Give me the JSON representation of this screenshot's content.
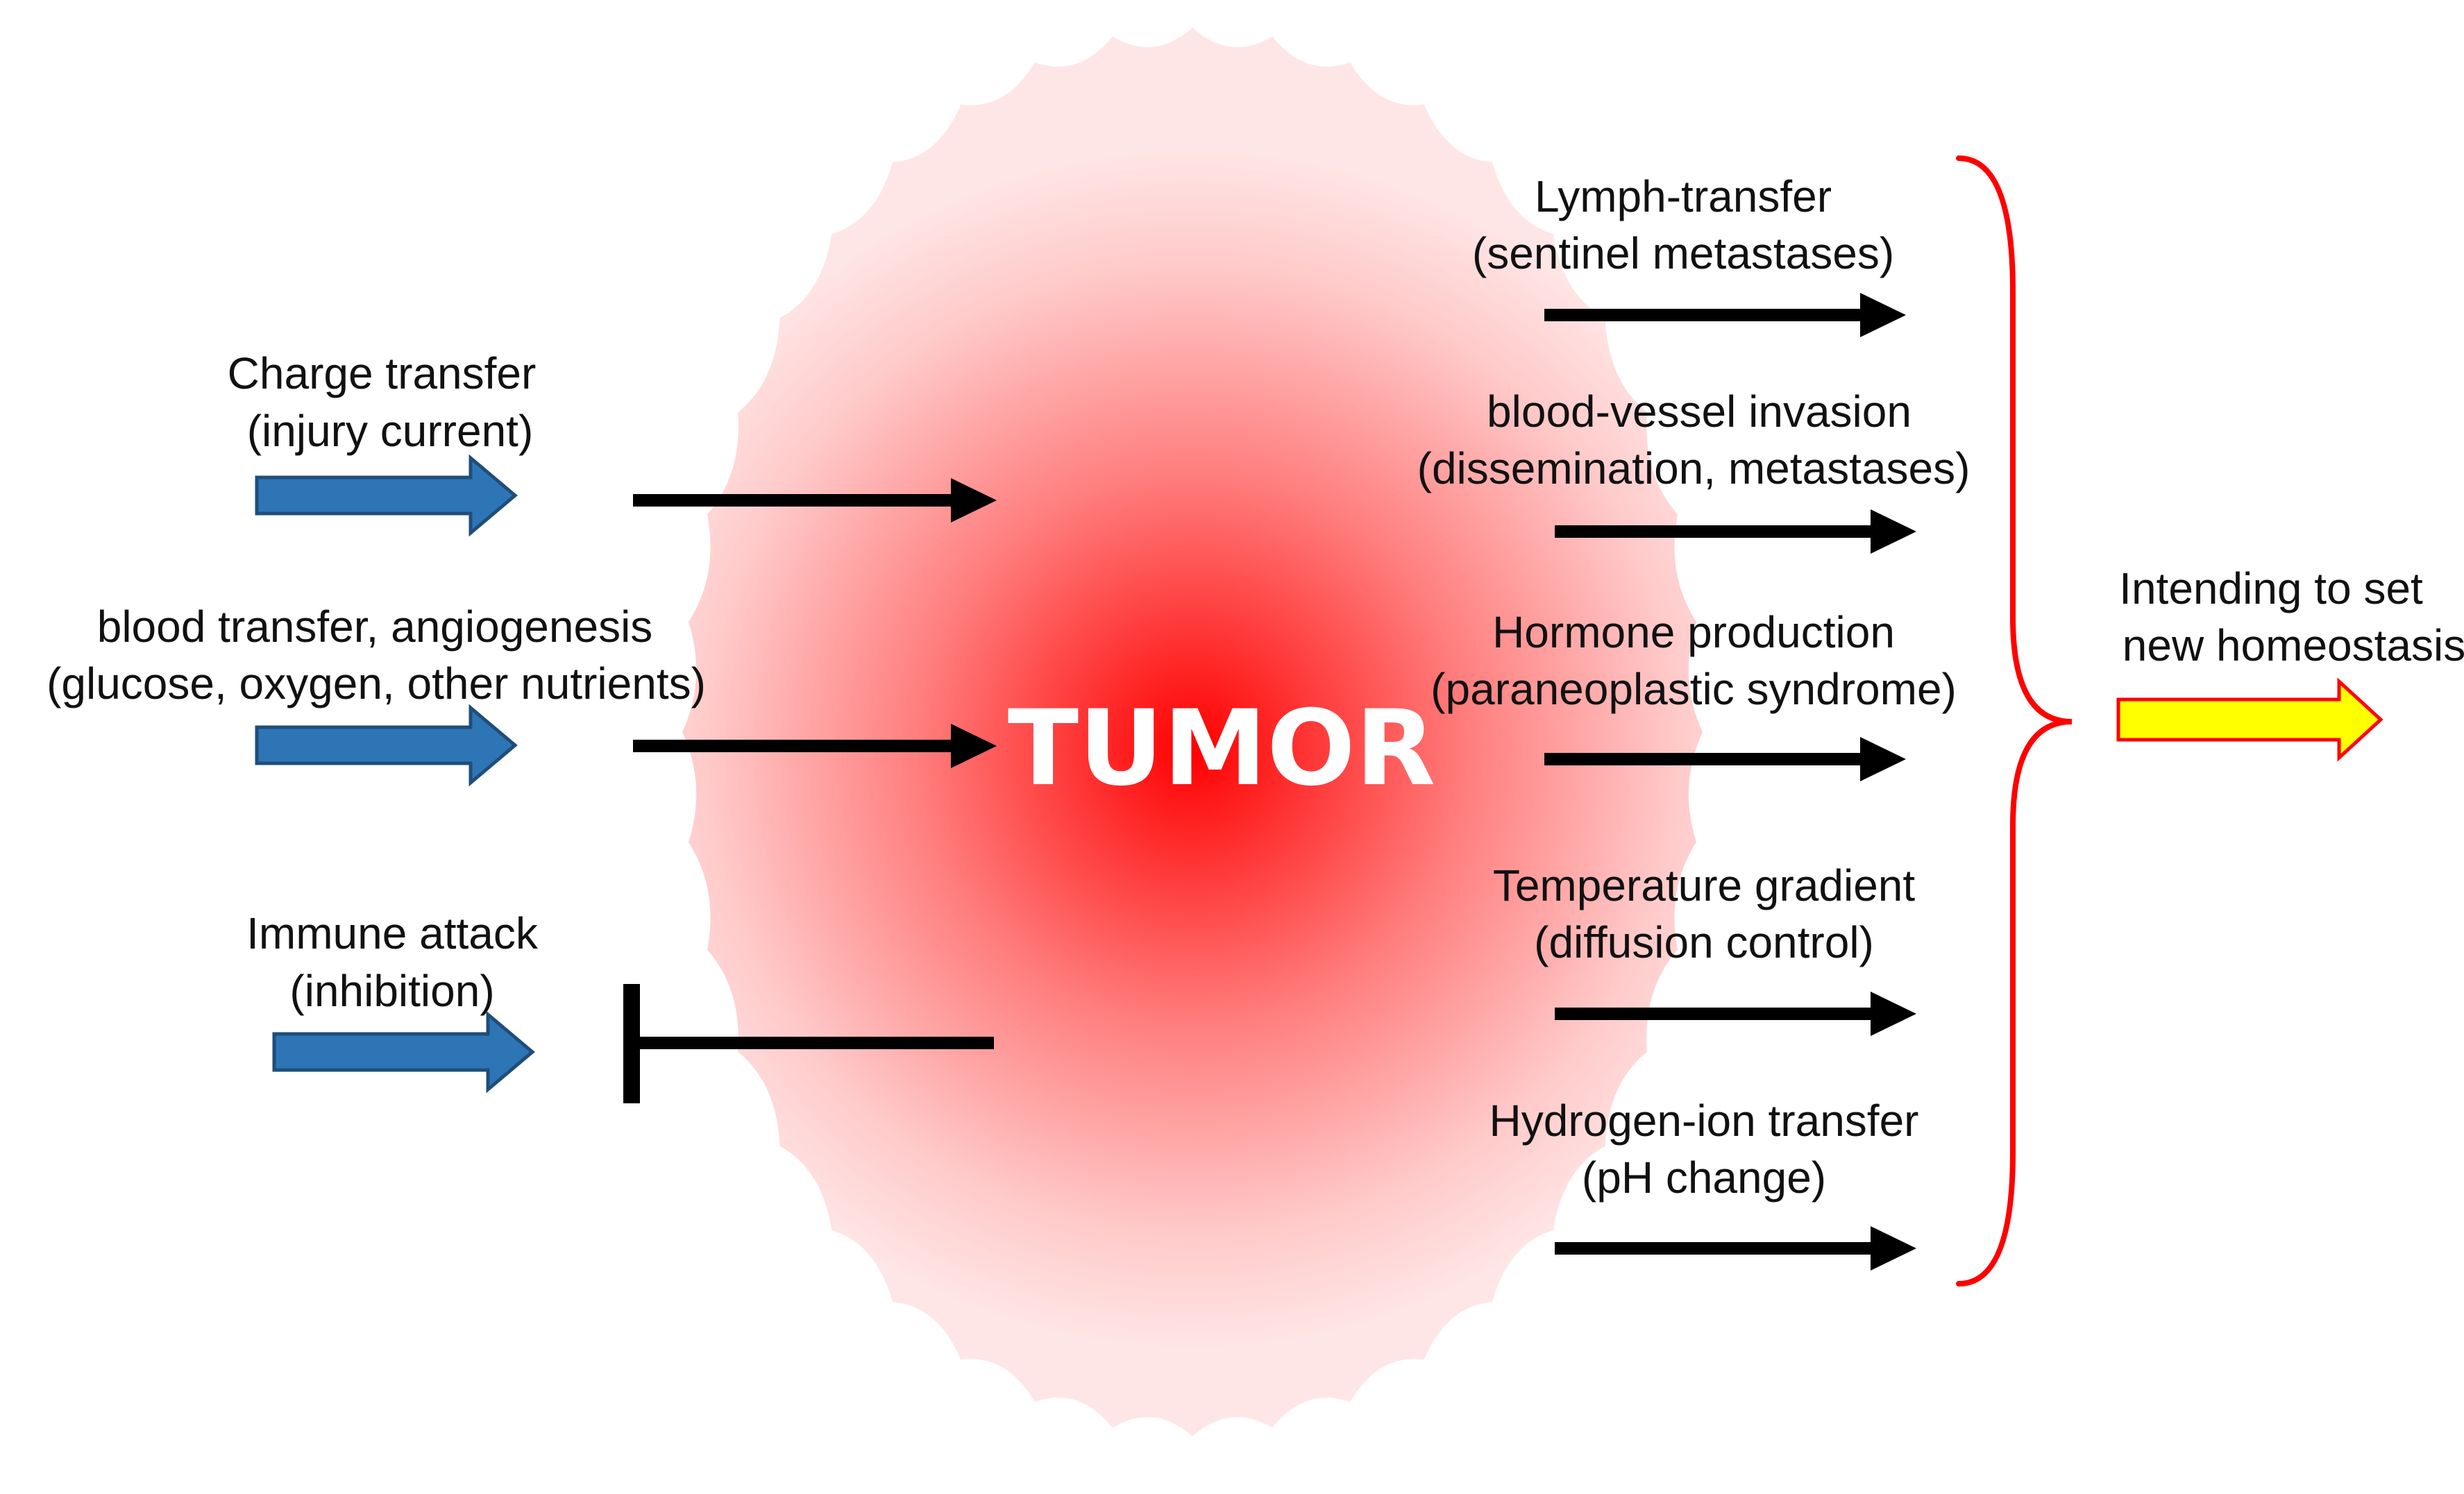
{
  "center": {
    "label": "TUMOR"
  },
  "inputs": [
    {
      "line1": "Charge transfer",
      "line2": "(injury current)",
      "effect": "stimulate"
    },
    {
      "line1": "blood transfer, angiogenesis",
      "line2": "(glucose, oxygen, other nutrients)",
      "effect": "stimulate"
    },
    {
      "line1": "Immune attack",
      "line2": "(inhibition)",
      "effect": "inhibit"
    }
  ],
  "outputs": [
    {
      "line1": "Lymph-transfer",
      "line2": "(sentinel metastases)"
    },
    {
      "line1": "blood-vessel invasion",
      "line2": "(dissemination, metastases)"
    },
    {
      "line1": "Hormone production",
      "line2": "(paraneoplastic syndrome)"
    },
    {
      "line1": "Temperature gradient",
      "line2": "(diffusion control)"
    },
    {
      "line1": "Hydrogen-ion transfer",
      "line2": "(pH change)"
    }
  ],
  "goal": {
    "line1": "Intending to set",
    "line2": "new homeostasis"
  },
  "colors": {
    "tumor_core": "#ff0000",
    "tumor_halo": "#ffe4e4",
    "input_arrow_fill": "#2e75b6",
    "input_arrow_stroke": "#1f4e79",
    "brace": "#ff0000",
    "goal_arrow_fill": "#ffff00",
    "goal_arrow_stroke": "#ff0000",
    "arrow_black": "#000000"
  }
}
